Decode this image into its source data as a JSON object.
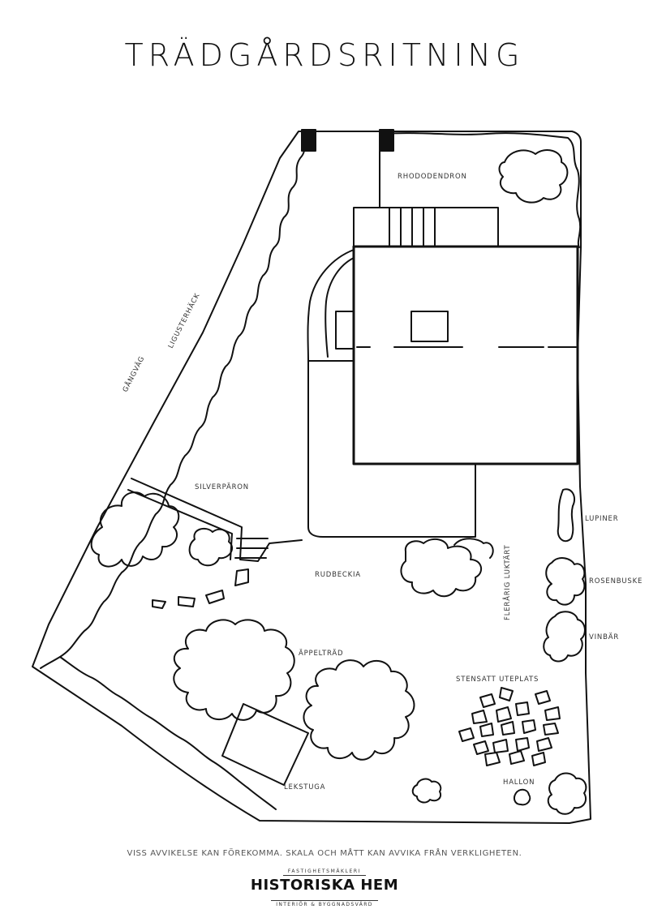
{
  "title": "TRÄDGÅRDSRITNING",
  "labels": {
    "rhododendron": "RHODODENDRON",
    "ligusterhack": "LIGUSTERHÄCK",
    "gangvag": "GÅNGVÄG",
    "silverparon": "SILVERPÄRON",
    "rudbeckia": "RUDBECKIA",
    "lupiner": "LUPINER",
    "flerarig_luktart": "FLERÅRIG LUKTÄRT",
    "rosenbuske": "ROSENBUSKE",
    "vinbar": "VINBÄR",
    "appeltrad": "ÄPPELTRÄD",
    "stensatt_uteplats": "STENSATT UTEPLATS",
    "lekstuga": "LEKSTUGA",
    "hallon": "HALLON"
  },
  "disclaimer": "VISS AVVIKELSE KAN FÖREKOMMA. SKALA OCH MÅTT KAN AVVIKA FRÅN VERKLIGHETEN.",
  "brand": {
    "top": "FASTIGHETSMÄKLERI",
    "name": "HISTORISKA HEM",
    "sub": "INTERIÖR & BYGGNADSVÄRD"
  }
}
